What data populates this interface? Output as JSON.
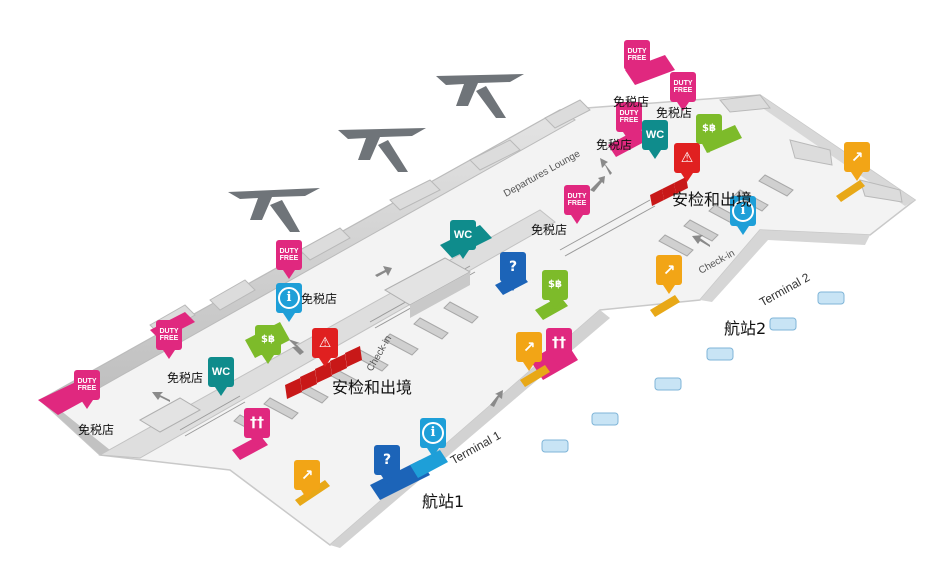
{
  "labels": {
    "duty_free_1": "免税店",
    "duty_free_2": "免税店",
    "duty_free_3": "免税店",
    "duty_free_4": "免税店",
    "duty_free_5": "免税店",
    "duty_free_6": "免税店",
    "duty_free_7": "免税店",
    "security_1": "安检和出境",
    "security_2": "安检和出境",
    "terminal_1_cn": "航站1",
    "terminal_2_cn": "航站2",
    "terminal_1_en": "Terminal 1",
    "terminal_2_en": "Terminal 2",
    "departures_lounge": "Departures Lounge",
    "check_in_1": "Check-in",
    "check_in_2": "Check-in"
  },
  "pins": {
    "duty_free_text": "DUTY FREE",
    "wc_text": "WC",
    "info_text": "i",
    "money_text": "$฿",
    "food_text": "††",
    "escalator_text": "↗",
    "baggage_text": "?",
    "security_text": "⚠"
  },
  "colors": {
    "duty_free": "#e0287f",
    "wc": "#0f8c8c",
    "info": "#1e9fd8",
    "money": "#7dbb2a",
    "food": "#e0287f",
    "escalator": "#f2a516",
    "baggage": "#1c64b8",
    "security": "#e02020",
    "floor": "#f2f2f2",
    "wall": "#cfcfcf",
    "plane": "#6f7479",
    "car": "#c8e4f5"
  }
}
